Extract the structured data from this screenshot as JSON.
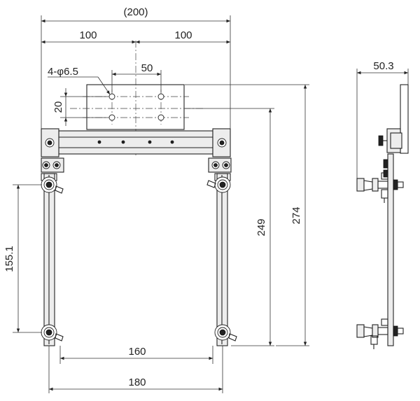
{
  "front_view": {
    "overall_width_label": "(200)",
    "left_half_label": "100",
    "right_half_label": "100",
    "hole_callout_label": "4-φ6.5",
    "hole_pitch_x_label": "50",
    "hole_pitch_y_label": "20",
    "stroke_label": "155.1",
    "inner_height_label": "249",
    "overall_height_label": "274",
    "inner_span_label": "160",
    "outer_span_label": "180"
  },
  "side_view": {
    "depth_label": "50.3"
  }
}
